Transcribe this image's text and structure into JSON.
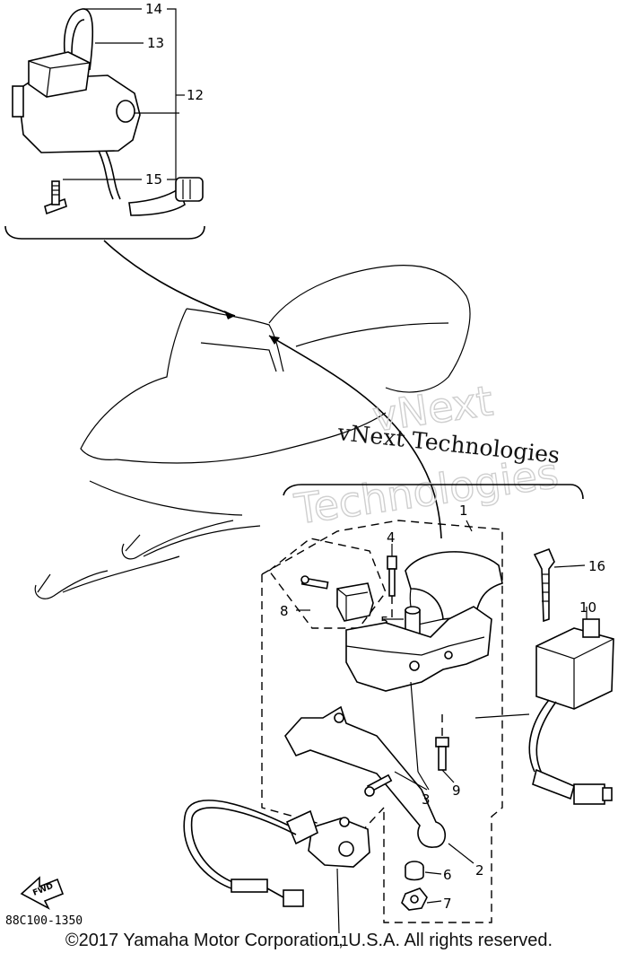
{
  "callouts": {
    "c1": "1",
    "c2": "2",
    "c3": "3",
    "c4": "4",
    "c5": "5",
    "c6": "6",
    "c7": "7",
    "c8": "8",
    "c9": "9",
    "c10": "10",
    "c11": "11",
    "c12": "12",
    "c13": "13",
    "c14": "14",
    "c15": "15",
    "c16": "16"
  },
  "watermark": {
    "outline_line1": "vNext",
    "outline_line2": "Technologies",
    "solid": "vNext Technologies"
  },
  "diagram_code": "88C100-1350",
  "fwd_label": "FWD",
  "copyright": "©2017 Yamaha Motor Corporation, U.S.A. All rights reserved."
}
